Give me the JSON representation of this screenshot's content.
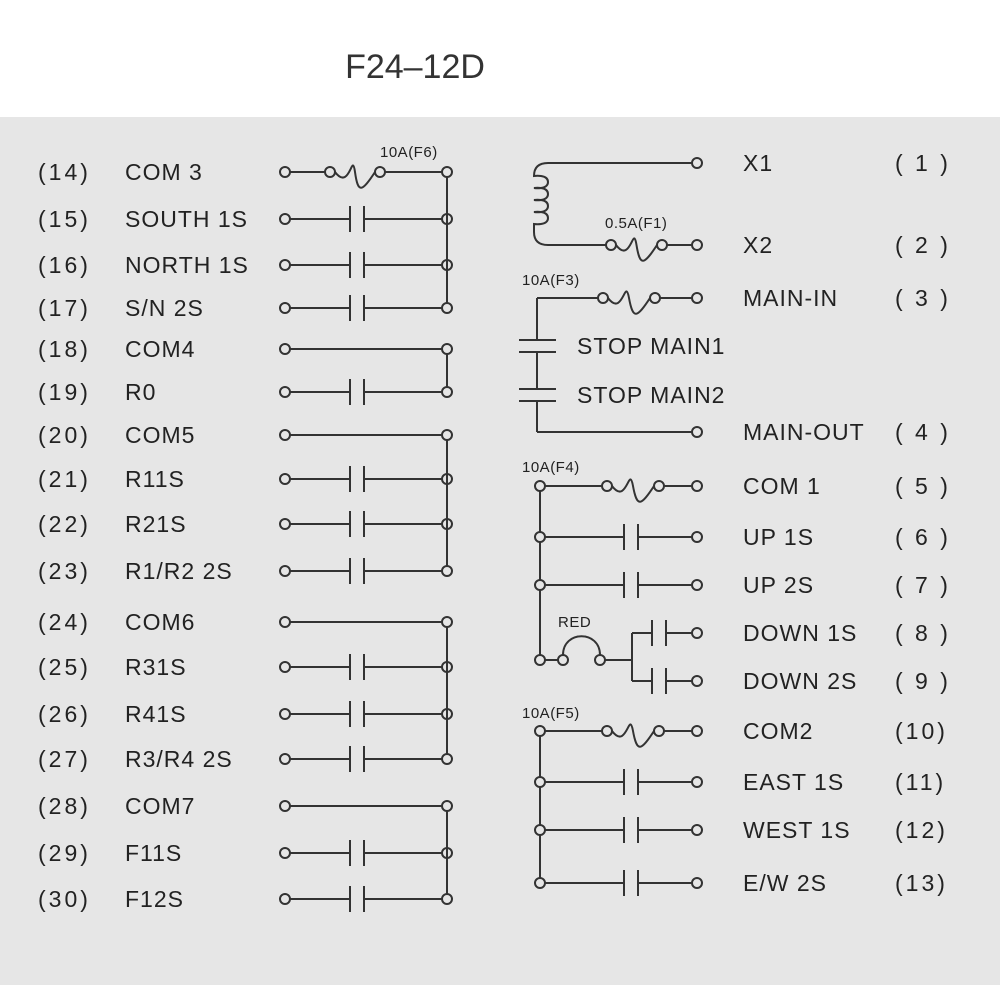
{
  "title": "F24–12D",
  "left_rows": [
    {
      "num": "(14)",
      "label": "COM 3",
      "type": "fuse",
      "fuse_label": "10A(F6)"
    },
    {
      "num": "(15)",
      "label": "SOUTH 1S",
      "type": "contact"
    },
    {
      "num": "(16)",
      "label": "NORTH 1S",
      "type": "contact"
    },
    {
      "num": "(17)",
      "label": "S/N 2S",
      "type": "contact"
    },
    {
      "num": "(18)",
      "label": "COM4",
      "type": "line"
    },
    {
      "num": "(19)",
      "label": "R0",
      "type": "contact"
    },
    {
      "num": "(20)",
      "label": "COM5",
      "type": "line"
    },
    {
      "num": "(21)",
      "label": "R11S",
      "type": "contact"
    },
    {
      "num": "(22)",
      "label": "R21S",
      "type": "contact"
    },
    {
      "num": "(23)",
      "label": "R1/R2 2S",
      "type": "contact"
    },
    {
      "num": "(24)",
      "label": "COM6",
      "type": "line"
    },
    {
      "num": "(25)",
      "label": "R31S",
      "type": "contact"
    },
    {
      "num": "(26)",
      "label": "R41S",
      "type": "contact"
    },
    {
      "num": "(27)",
      "label": "R3/R4 2S",
      "type": "contact"
    },
    {
      "num": "(28)",
      "label": "COM7",
      "type": "line"
    },
    {
      "num": "(29)",
      "label": "F11S",
      "type": "contact"
    },
    {
      "num": "(30)",
      "label": "F12S",
      "type": "contact"
    }
  ],
  "right_rows": [
    {
      "num": "( 1 )",
      "label": "X1"
    },
    {
      "num": "( 2 )",
      "label": "X2"
    },
    {
      "num": "( 3 )",
      "label": "MAIN-IN"
    },
    {
      "num": "( 4 )",
      "label": "MAIN-OUT"
    },
    {
      "num": "( 5 )",
      "label": "COM 1"
    },
    {
      "num": "( 6 )",
      "label": "UP  1S"
    },
    {
      "num": "( 7 )",
      "label": "UP  2S"
    },
    {
      "num": "( 8 )",
      "label": "DOWN 1S"
    },
    {
      "num": "( 9 )",
      "label": "DOWN 2S"
    },
    {
      "num": "(10)",
      "label": "COM2"
    },
    {
      "num": "(11)",
      "label": "EAST 1S"
    },
    {
      "num": "(12)",
      "label": "WEST 1S"
    },
    {
      "num": "(13)",
      "label": "E/W 2S"
    }
  ],
  "stop_labels": [
    "STOP MAIN1",
    "STOP MAIN2"
  ],
  "fuse_labels": {
    "f1": "0.5A(F1)",
    "f3": "10A(F3)",
    "f4": "10A(F4)",
    "f5": "10A(F5)"
  },
  "red_label": "RED"
}
